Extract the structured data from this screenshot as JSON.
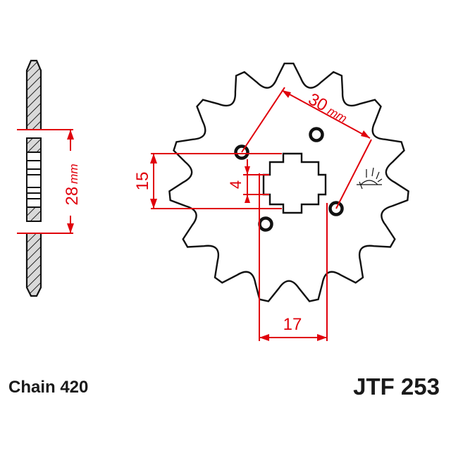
{
  "dimensions": {
    "bolt_circle": {
      "value": "30",
      "unit": "mm"
    },
    "thickness": {
      "value": "28",
      "unit": "mm"
    },
    "spline_height": {
      "value": "15"
    },
    "key_width": {
      "value": "4"
    },
    "spline_width": {
      "value": "17"
    }
  },
  "chain_label": "Chain 420",
  "part_number": "JTF 253",
  "colors": {
    "outline": "#111111",
    "dimension": "#e0000b",
    "hatch_fill": "#d9d9d9"
  },
  "sprocket": {
    "teeth": 15
  }
}
